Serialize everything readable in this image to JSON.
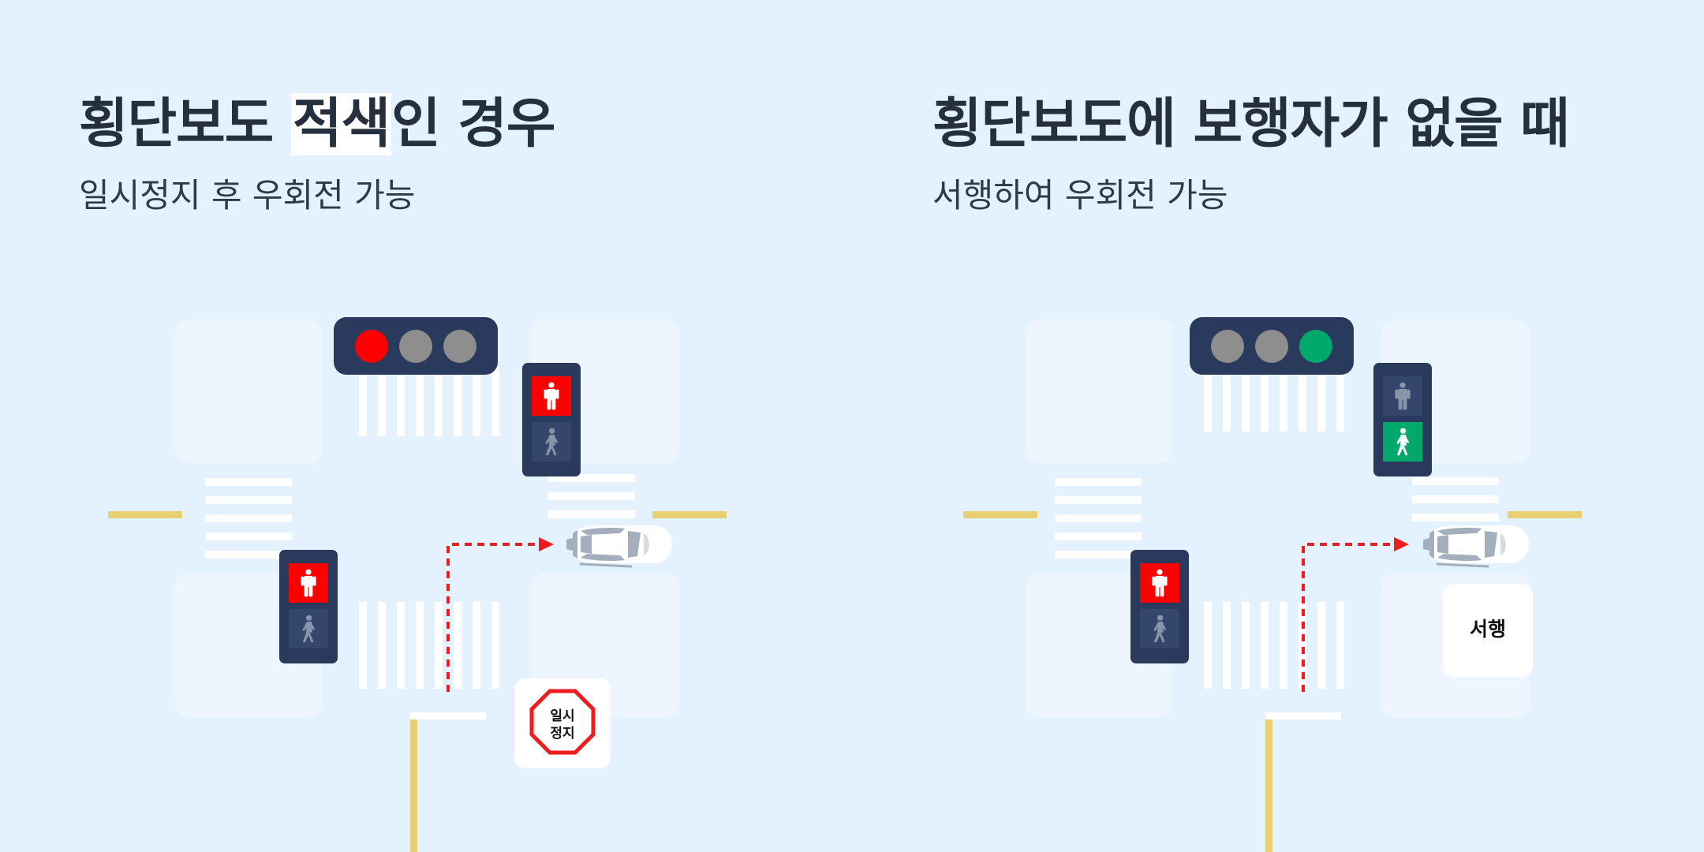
{
  "colors": {
    "background": "#e3f2fe",
    "block": "#edf6ff",
    "signal_housing": "#2a3a5d",
    "signal_red": "#ff0000",
    "signal_green": "#00a86b",
    "signal_off": "#8e8e8e",
    "lane_line": "#e8cf72",
    "path_arrow": "#ee1d1d"
  },
  "left_panel": {
    "title_before": "횡단보도 ",
    "title_highlight": "적색",
    "title_after": "인 경우",
    "subtitle": "일시정지 후 우회전 가능",
    "vehicle_signal": "red",
    "top_pedestrian_signal": "red",
    "left_pedestrian_signal": "red",
    "sign": {
      "line1": "일시",
      "line2": "정지",
      "icon": "stop-octagon-icon"
    }
  },
  "right_panel": {
    "title": "횡단보도에 보행자가 없을 때",
    "subtitle": "서행하여 우회전 가능",
    "vehicle_signal": "green",
    "top_pedestrian_signal": "green",
    "left_pedestrian_signal": "red",
    "sign": {
      "label": "서행",
      "icon": "slow-sign-icon"
    }
  }
}
